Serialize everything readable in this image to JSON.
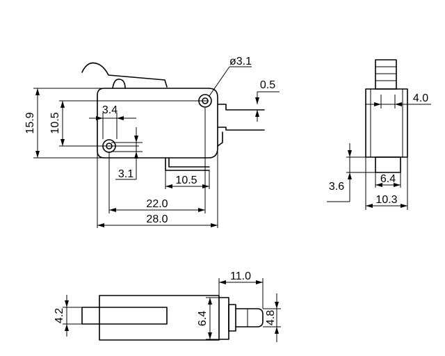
{
  "front_view": {
    "hole_diameter": "ø3.1",
    "terminal_thickness": "0.5",
    "overall_height": "15.9",
    "hole_vertical_spacing": "10.5",
    "hole_offset_x": "3.4",
    "hole_offset_y": "3.1",
    "terminal_distance": "10.5",
    "hole_horizontal_spacing": "22.0",
    "overall_length": "28.0"
  },
  "side_view": {
    "plunger_width": "4.0",
    "base_height": "3.6",
    "base_width": "6.4",
    "overall_width": "10.3"
  },
  "bottom_view": {
    "terminal_projection": "11.0",
    "lever_width": "4.2",
    "terminal_width": "6.4",
    "tab_width": "4.8"
  }
}
